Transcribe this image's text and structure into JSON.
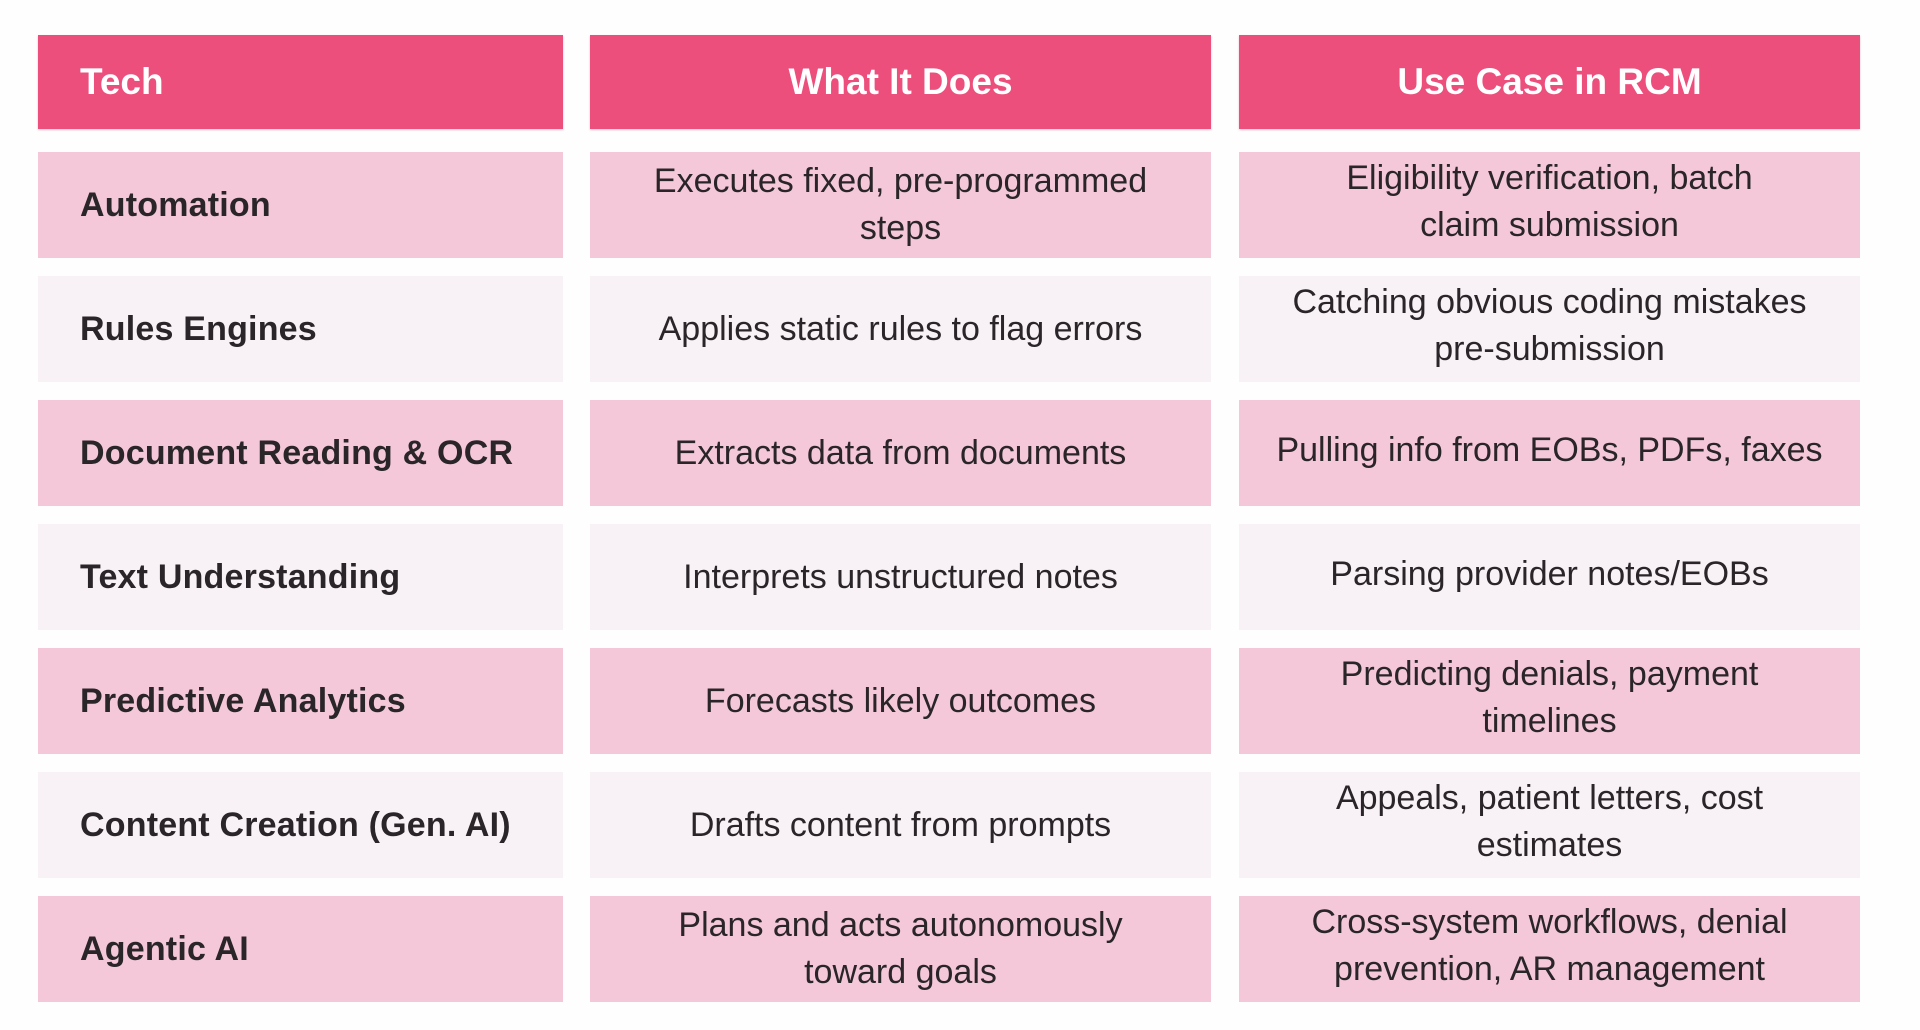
{
  "colors": {
    "header_bg": "#ED4F7D",
    "row_odd_bg": "#F4C8D8",
    "row_even_bg": "#F8F1F6",
    "text": "#2A2528",
    "header_text": "#FFFFFF"
  },
  "header": {
    "tech": "Tech",
    "what_it_does": "What It Does",
    "use_case": "Use Case in RCM"
  },
  "rows": [
    {
      "tech": "Automation",
      "what": [
        "Executes fixed, pre-programmed",
        "steps"
      ],
      "use": [
        "Eligibility verification, batch",
        "claim submission"
      ]
    },
    {
      "tech": "Rules Engines",
      "what": [
        "Applies static rules to flag errors"
      ],
      "use": [
        "Catching obvious coding mistakes",
        "pre-submission"
      ]
    },
    {
      "tech": "Document Reading & OCR",
      "what": [
        "Extracts data from documents"
      ],
      "use": [
        "Pulling info from EOBs, PDFs, faxes"
      ]
    },
    {
      "tech": "Text Understanding",
      "what": [
        "Interprets unstructured notes"
      ],
      "use": [
        "Parsing provider notes/EOBs"
      ]
    },
    {
      "tech": "Predictive Analytics",
      "what": [
        "Forecasts likely outcomes"
      ],
      "use": [
        "Predicting denials, payment",
        "timelines"
      ]
    },
    {
      "tech": "Content Creation (Gen. AI)",
      "what": [
        "Drafts content from prompts"
      ],
      "use": [
        "Appeals, patient letters, cost",
        "estimates"
      ]
    },
    {
      "tech": "Agentic AI",
      "what": [
        "Plans and acts autonomously",
        "toward goals"
      ],
      "use": [
        "Cross-system workflows, denial",
        "prevention, AR management"
      ]
    }
  ]
}
